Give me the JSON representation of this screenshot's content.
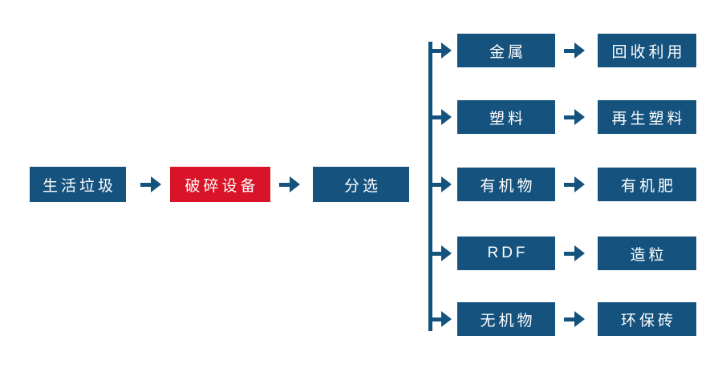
{
  "colors": {
    "primary_blue": "#15537E",
    "accent_red": "#DA1428",
    "text": "#FFFFFF",
    "background": "#FFFFFF"
  },
  "flow": {
    "nodes": [
      {
        "label": "生活垃圾",
        "variant": "blue"
      },
      {
        "label": "破碎设备",
        "variant": "red"
      },
      {
        "label": "分选",
        "variant": "blue"
      }
    ]
  },
  "branches": [
    {
      "source": "金属",
      "result": "回收利用"
    },
    {
      "source": "塑料",
      "result": "再生塑料"
    },
    {
      "source": "有机物",
      "result": "有机肥"
    },
    {
      "source": "RDF",
      "result": "造粒"
    },
    {
      "source": "无机物",
      "result": "环保砖"
    }
  ]
}
